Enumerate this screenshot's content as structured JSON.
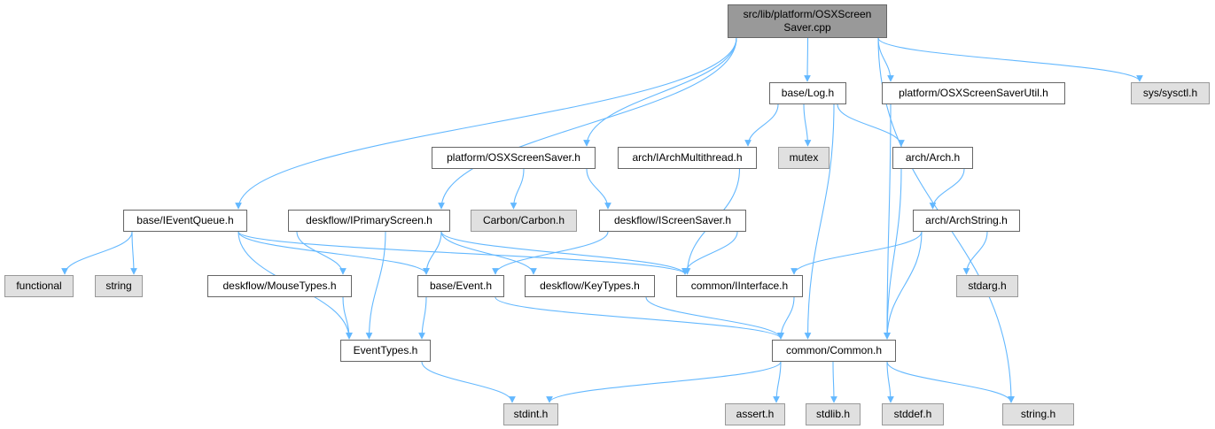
{
  "root": {
    "label_line1": "src/lib/platform/OSXScreen",
    "label_line2": "Saver.cpp"
  },
  "nodes": {
    "log_h": "base/Log.h",
    "osx_saver_util_h": "platform/OSXScreenSaverUtil.h",
    "sys_sysctl_h": "sys/sysctl.h",
    "osx_saver_h": "platform/OSXScreenSaver.h",
    "iarch_multithread_h": "arch/IArchMultithread.h",
    "mutex": "mutex",
    "arch_h": "arch/Arch.h",
    "ieventqueue_h": "base/IEventQueue.h",
    "iprimaryscreen_h": "deskflow/IPrimaryScreen.h",
    "carbon_h": "Carbon/Carbon.h",
    "iscreensaver_h": "deskflow/IScreenSaver.h",
    "archstring_h": "arch/ArchString.h",
    "functional": "functional",
    "string": "string",
    "mousetypes_h": "deskflow/MouseTypes.h",
    "event_h": "base/Event.h",
    "keytypes_h": "deskflow/KeyTypes.h",
    "iinterface_h": "common/IInterface.h",
    "stdarg_h": "stdarg.h",
    "eventtypes_h": "EventTypes.h",
    "common_h": "common/Common.h",
    "stdint_h": "stdint.h",
    "assert_h": "assert.h",
    "stdlib_h": "stdlib.h",
    "stddef_h": "stddef.h",
    "string_h": "string.h"
  },
  "edges": [
    [
      "root",
      "log_h"
    ],
    [
      "root",
      "osx_saver_util_h"
    ],
    [
      "root",
      "sys_sysctl_h"
    ],
    [
      "root",
      "osx_saver_h"
    ],
    [
      "root",
      "ieventqueue_h"
    ],
    [
      "root",
      "iprimaryscreen_h"
    ],
    [
      "root",
      "string_h"
    ],
    [
      "log_h",
      "iarch_multithread_h"
    ],
    [
      "log_h",
      "mutex"
    ],
    [
      "log_h",
      "arch_h"
    ],
    [
      "log_h",
      "common_h"
    ],
    [
      "osx_saver_util_h",
      "common_h"
    ],
    [
      "osx_saver_h",
      "carbon_h"
    ],
    [
      "osx_saver_h",
      "iscreensaver_h"
    ],
    [
      "iarch_multithread_h",
      "iinterface_h"
    ],
    [
      "arch_h",
      "archstring_h"
    ],
    [
      "arch_h",
      "common_h"
    ],
    [
      "archstring_h",
      "iinterface_h"
    ],
    [
      "archstring_h",
      "stdarg_h"
    ],
    [
      "archstring_h",
      "common_h"
    ],
    [
      "ieventqueue_h",
      "functional"
    ],
    [
      "ieventqueue_h",
      "string"
    ],
    [
      "ieventqueue_h",
      "event_h"
    ],
    [
      "ieventqueue_h",
      "eventtypes_h"
    ],
    [
      "ieventqueue_h",
      "iinterface_h"
    ],
    [
      "iprimaryscreen_h",
      "mousetypes_h"
    ],
    [
      "iprimaryscreen_h",
      "event_h"
    ],
    [
      "iprimaryscreen_h",
      "keytypes_h"
    ],
    [
      "iprimaryscreen_h",
      "iinterface_h"
    ],
    [
      "iprimaryscreen_h",
      "eventtypes_h"
    ],
    [
      "iscreensaver_h",
      "event_h"
    ],
    [
      "iscreensaver_h",
      "iinterface_h"
    ],
    [
      "mousetypes_h",
      "eventtypes_h"
    ],
    [
      "event_h",
      "eventtypes_h"
    ],
    [
      "event_h",
      "common_h"
    ],
    [
      "keytypes_h",
      "common_h"
    ],
    [
      "iinterface_h",
      "common_h"
    ],
    [
      "eventtypes_h",
      "stdint_h"
    ],
    [
      "common_h",
      "stdint_h"
    ],
    [
      "common_h",
      "assert_h"
    ],
    [
      "common_h",
      "stdlib_h"
    ],
    [
      "common_h",
      "stddef_h"
    ],
    [
      "common_h",
      "string_h"
    ]
  ],
  "colors": {
    "edge": "#63b8ff",
    "root_fill": "#999999",
    "sys_fill": "#e0e0e0",
    "node_border": "#666666"
  }
}
